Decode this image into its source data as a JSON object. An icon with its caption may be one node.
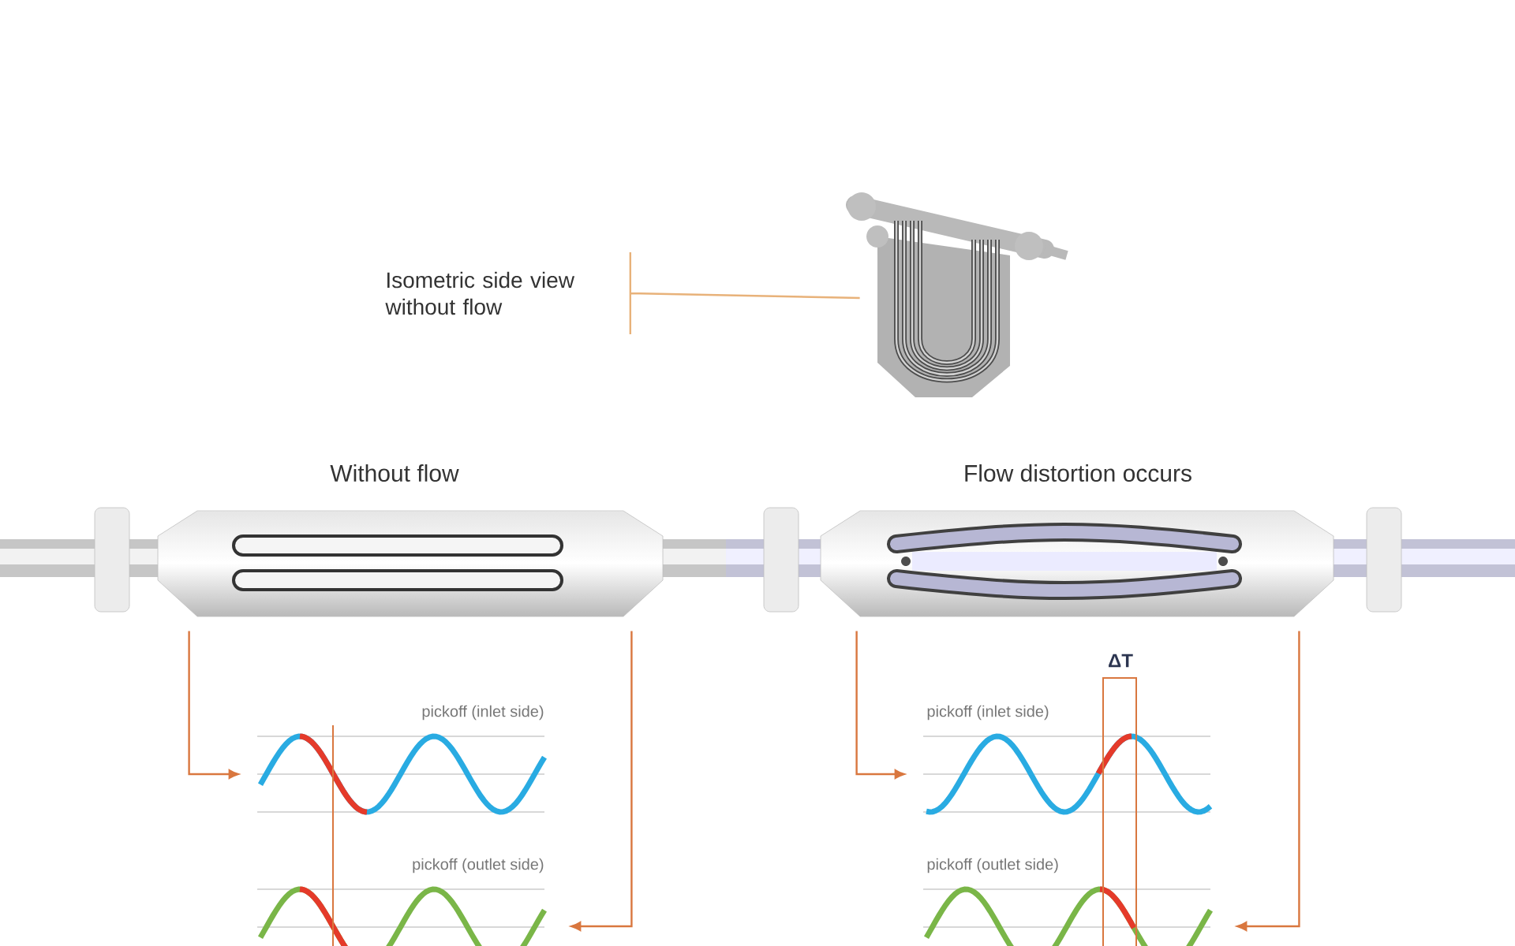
{
  "diagram": {
    "nodes": [
      {
        "text": [
          "Isometric side view without flow"
        ]
      },
      {
        "text": [],
        "shape": "picture"
      },
      {
        "text": [
          "Without flow"
        ]
      },
      {
        "text": [
          "Flow distortion occurs"
        ]
      },
      {
        "text": [
          "pickoff (inlet side)"
        ]
      },
      {
        "text": [
          "pickoff (outlet side)"
        ]
      },
      {
        "text": [
          "pickoff (inlet side)"
        ]
      },
      {
        "text": [
          "pickoff (outlet side)"
        ]
      }
    ],
    "edges": [
      {
        "from": 0,
        "to": 1,
        "arrow": "none"
      },
      {
        "from": 2,
        "to": 4,
        "arrow": "to"
      },
      {
        "from": 2,
        "to": 5,
        "arrow": "to"
      },
      {
        "from": 3,
        "to": 6,
        "arrow": "to"
      },
      {
        "from": 3,
        "to": 7,
        "arrow": "to"
      }
    ],
    "labels": [
      "ΔT"
    ]
  }
}
